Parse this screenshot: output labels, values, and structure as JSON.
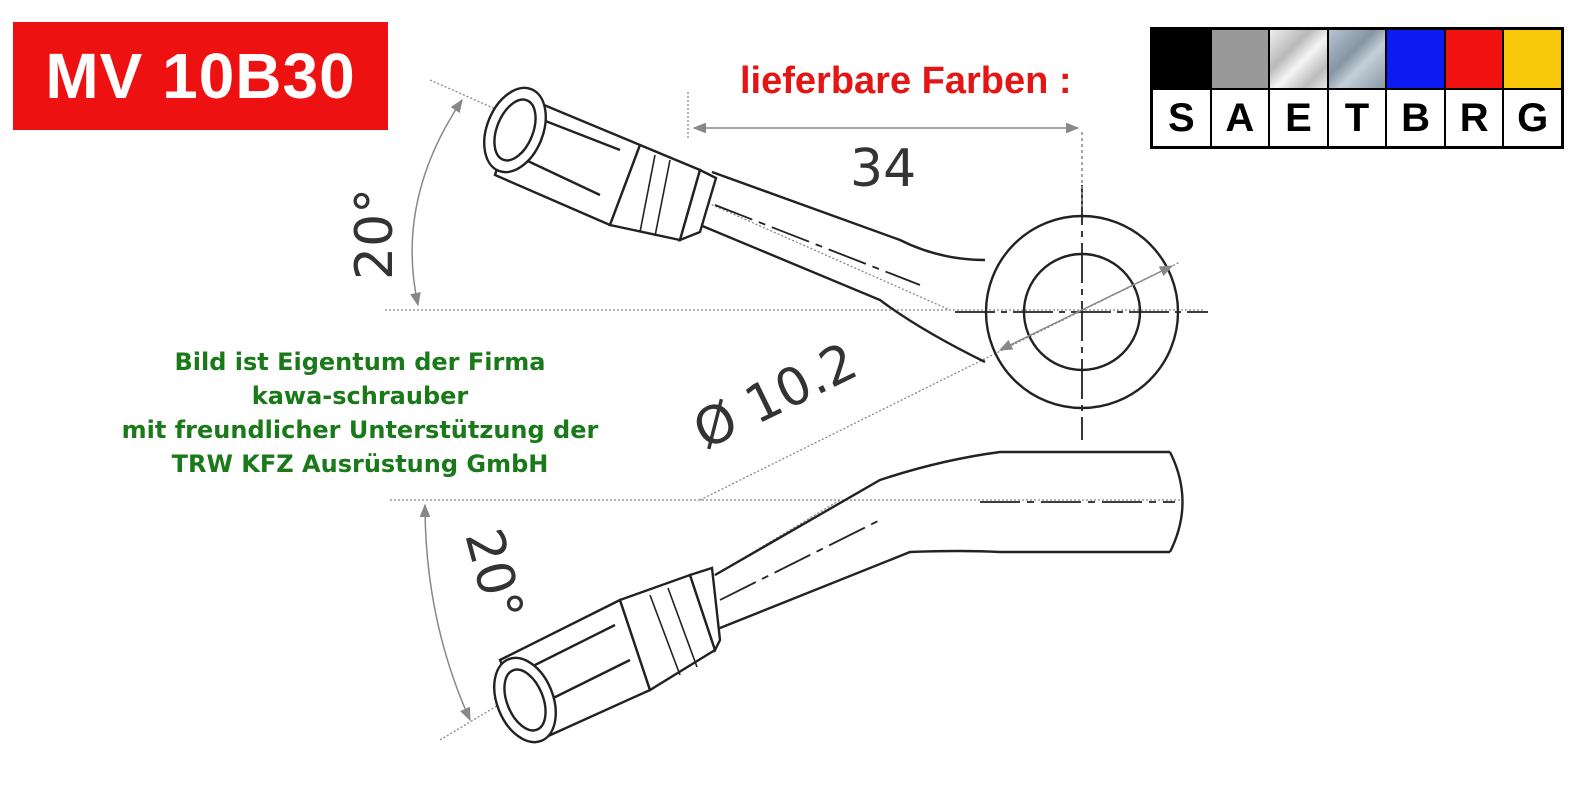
{
  "title": "MV 10B30",
  "colors": {
    "label": "lieferbare Farben :",
    "items": [
      {
        "letter": "S",
        "color": "#000000"
      },
      {
        "letter": "A",
        "color": "#999999"
      },
      {
        "letter": "E",
        "color": "#d8d8d8"
      },
      {
        "letter": "T",
        "color": "#9fb0bf"
      },
      {
        "letter": "B",
        "color": "#0b1bf2"
      },
      {
        "letter": "R",
        "color": "#f21111"
      },
      {
        "letter": "G",
        "color": "#f7c90a"
      }
    ]
  },
  "credit": {
    "line1": "Bild ist Eigentum der Firma",
    "line2": "kawa-schrauber",
    "line3": "mit freundlicher Unterstützung der",
    "line4": "TRW KFZ Ausrüstung GmbH"
  },
  "dimensions": {
    "angle_top": "20°",
    "angle_bottom": "20°",
    "length": "34",
    "diameter": "Ø 10.2"
  }
}
